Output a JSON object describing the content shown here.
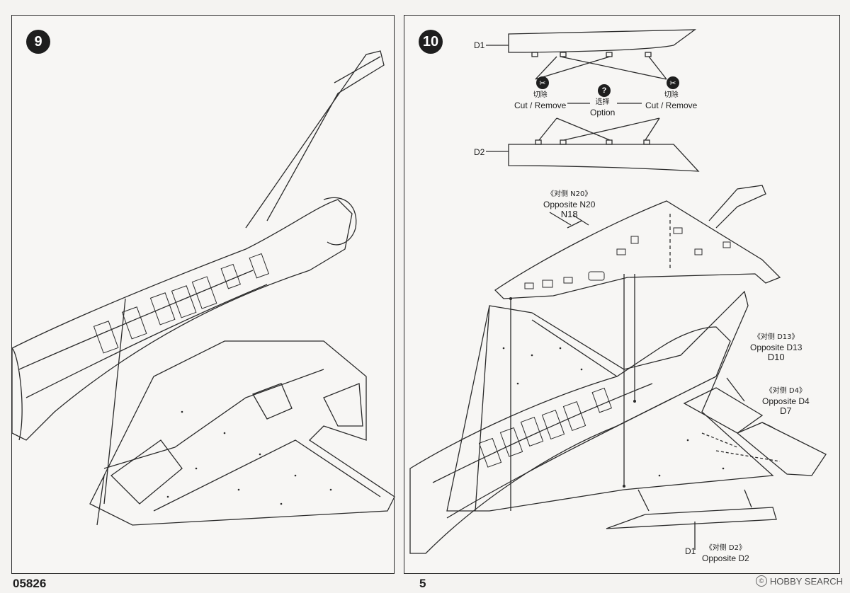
{
  "steps": [
    {
      "number": "9"
    },
    {
      "number": "10"
    }
  ],
  "labels": {
    "d1_top": "D1",
    "d2_top": "D2",
    "cut_left_cn": "切除",
    "cut_left_en": "Cut / Remove",
    "option_cn": "选择",
    "option_en": "Option",
    "cut_right_cn": "切除",
    "cut_right_en": "Cut / Remove",
    "n20_cn": "《对侧 N20》",
    "n20_en": "Opposite N20",
    "n18": "N18",
    "d13_cn": "《对侧 D13》",
    "d13_en": "Opposite D13",
    "d10": "D10",
    "d4_cn": "《对侧 D4》",
    "d4_en": "Opposite D4",
    "d7": "D7",
    "d1_bottom": "D1",
    "d2_bottom_cn": "《对侧 D2》",
    "d2_bottom_en": "Opposite D2"
  },
  "footer": {
    "code": "05826",
    "page": "5"
  },
  "watermark": {
    "symbol": "©",
    "text": "HOBBY SEARCH"
  },
  "icons": {
    "cut": "scissors-icon",
    "option": "question-icon"
  }
}
